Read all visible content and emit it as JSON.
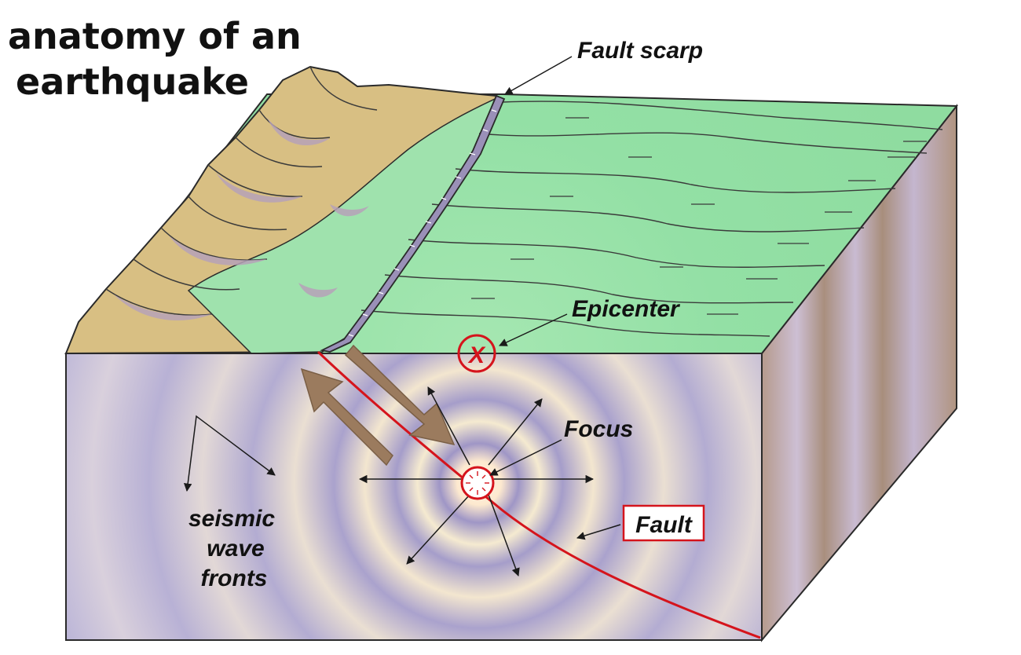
{
  "title": {
    "line1": "anatomy of an",
    "line2": "earthquake"
  },
  "labels": {
    "fault_scarp": "Fault scarp",
    "epicenter": "Epicenter",
    "epicenter_mark": "X",
    "focus": "Focus",
    "fault": "Fault",
    "wave_fronts_1": "seismic",
    "wave_fronts_2": "wave",
    "wave_fronts_3": "fronts"
  },
  "colors": {
    "surface_green": "#96e2a6",
    "front_face": "#b9b4d6",
    "side_face": "#b79a86",
    "terrain_tan": "#d8bf83",
    "fault_red": "#d5141c",
    "slip_arrow": "#9b7b5e",
    "outline": "#2a2a2a"
  },
  "icons": {
    "focus_marker": "starburst-circle-icon",
    "epicenter_marker": "x-circle-icon"
  }
}
